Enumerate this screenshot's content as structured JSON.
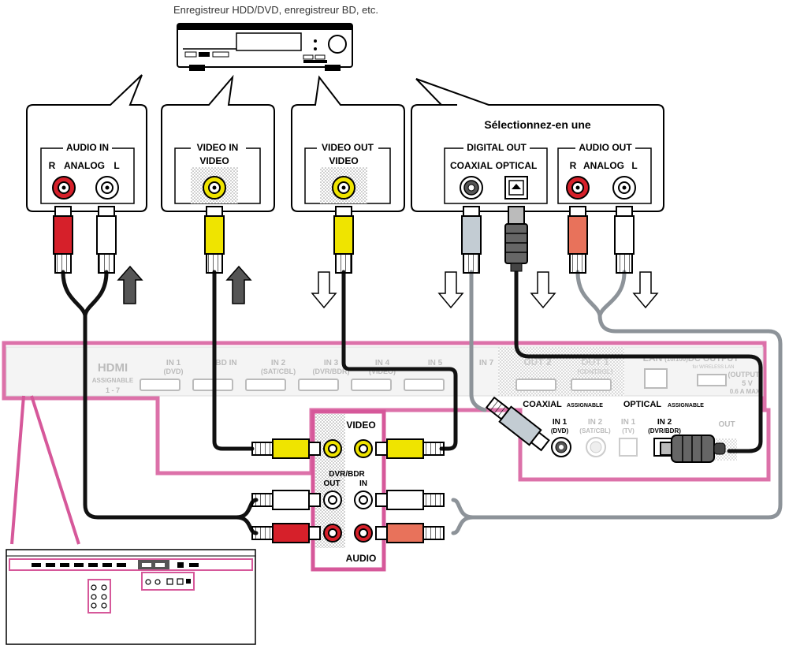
{
  "header": {
    "device_label": "Enregistreur HDD/DVD, enregistreur BD, etc."
  },
  "bubbles": {
    "select_one": "Sélectionnez-en une",
    "audio_in": {
      "title": "AUDIO IN",
      "r": "R",
      "analog": "ANALOG",
      "l": "L"
    },
    "video_in": {
      "title": "VIDEO IN",
      "sub": "VIDEO"
    },
    "video_out": {
      "title": "VIDEO OUT",
      "sub": "VIDEO"
    },
    "digital_out": {
      "title": "DIGITAL OUT",
      "coaxial": "COAXIAL",
      "optical": "OPTICAL"
    },
    "audio_out": {
      "title": "AUDIO OUT",
      "r": "R",
      "analog": "ANALOG",
      "l": "L"
    }
  },
  "receiver": {
    "hdmi": "HDMI",
    "assignable": "ASSIGNABLE",
    "range": "1 - 7",
    "hdmi_in1": "IN 1",
    "hdmi_in1_sub": "(DVD)",
    "bd_in": "BD IN",
    "hdmi_in2": "IN 2",
    "hdmi_in2_sub": "(SAT/CBL)",
    "hdmi_in3": "IN 3",
    "hdmi_in3_sub": "(DVR/BDR)",
    "hdmi_in4": "IN 4",
    "hdmi_in4_sub": "(VIDEO)",
    "hdmi_in5": "IN 5",
    "hdmi_in7": "IN 7",
    "out2": "OUT 2",
    "out1": "OUT 1",
    "control": "(CONTROL)",
    "lan": "LAN",
    "lan_sub": "(10/100)",
    "dc_output": "DC OUTPUT",
    "dc_sub": "for WIRELESS LAN",
    "output": "(OUTPUT)",
    "voltage": "5 V",
    "current": "0.6 A MAX",
    "video": "VIDEO",
    "dvr_bdr": "DVR/BDR",
    "out": "OUT",
    "in": "IN",
    "audio": "AUDIO",
    "coaxial": "COAXIAL",
    "coax_assignable": "ASSIGNABLE",
    "coax_in1": "IN 1",
    "coax_in1_sub": "(DVD)",
    "coax_in2": "IN 2",
    "coax_in2_sub": "(SAT/CBL)",
    "optical": "OPTICAL",
    "opt_assignable": "ASSIGNABLE",
    "opt_in1": "IN 1",
    "opt_in1_sub": "(TV)",
    "opt_in2": "IN 2",
    "opt_in2_sub": "(DVR/BDR)",
    "opt_out": "OUT"
  },
  "colors": {
    "pink": "#d6589a",
    "red": "#d6202a",
    "yellow": "#efe400",
    "salmon": "#e8725b",
    "gray_cable": "#9aa0a6",
    "black": "#111111"
  }
}
